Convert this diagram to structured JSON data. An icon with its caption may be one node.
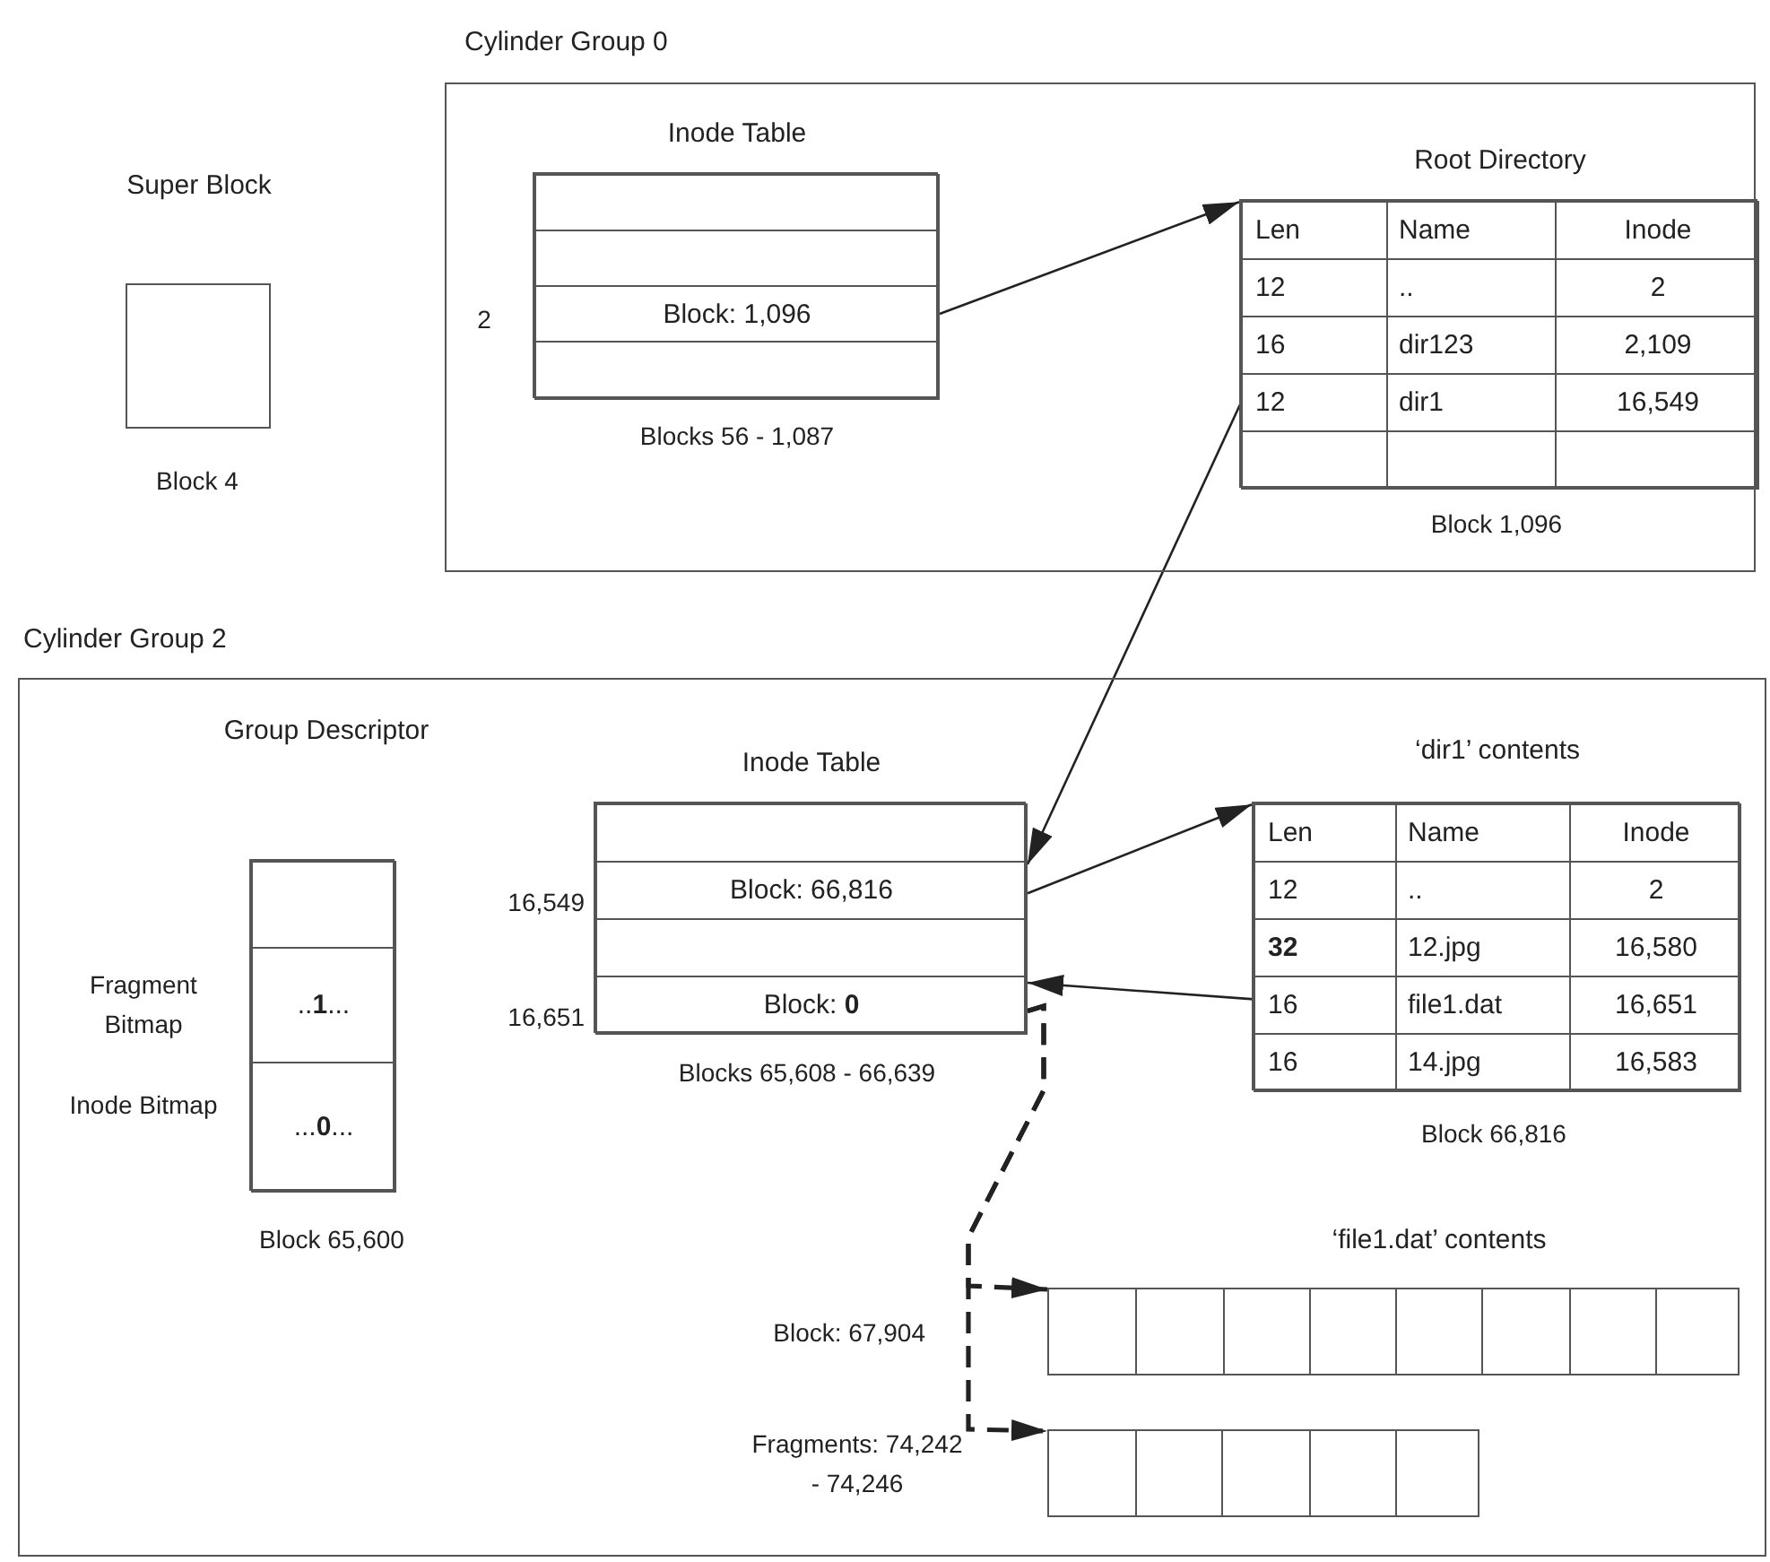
{
  "diagram": {
    "nodes": [
      {
        "text": [
          "Cylinder Group 0"
        ]
      },
      {
        "text": [
          "Super Block"
        ],
        "beside": [
          "Block 4"
        ]
      },
      {
        "text": [
          "Inode Table"
        ],
        "beside": [
          "Blocks 56 - 1,087"
        ],
        "in": 0
      },
      {
        "text": [],
        "shape": "box",
        "in": 2
      },
      {
        "text": [],
        "shape": "box",
        "in": 2
      },
      {
        "text": [
          "Block: 1,096"
        ],
        "beside": [
          "2"
        ],
        "in": 2
      },
      {
        "text": [],
        "shape": "box",
        "in": 2
      },
      {
        "text": [
          "Root Directory"
        ],
        "beside": [
          "Block 1,096"
        ],
        "in": 0
      },
      {
        "text": [
          "Len",
          "Name",
          "Inode"
        ],
        "in": 7
      },
      {
        "text": [
          "12",
          "..",
          "2"
        ],
        "in": 7
      },
      {
        "text": [
          "16",
          "dir123",
          "2,109"
        ],
        "in": 7
      },
      {
        "text": [
          "12",
          "dir1",
          "16,549"
        ],
        "in": 7
      },
      {
        "text": [],
        "shape": "box",
        "in": 7
      },
      {
        "text": [
          "Cylinder Group 2"
        ]
      },
      {
        "text": [
          "Group Descriptor"
        ],
        "beside": [
          "Block 65,600"
        ],
        "in": 13
      },
      {
        "text": [],
        "shape": "box",
        "in": 14
      },
      {
        "text": [
          "..**1**..."
        ],
        "beside": [
          "Fragment Bitmap"
        ],
        "in": 14
      },
      {
        "text": [
          "...**0**..."
        ],
        "beside": [
          "Inode Bitmap"
        ],
        "in": 14
      },
      {
        "text": [
          "Inode Table"
        ],
        "beside": [
          "Blocks 65,608 - 66,639"
        ],
        "in": 13
      },
      {
        "text": [],
        "shape": "box",
        "in": 18
      },
      {
        "text": [
          "Block: 66,816"
        ],
        "beside": [
          "16,549"
        ],
        "in": 18
      },
      {
        "text": [],
        "shape": "box",
        "in": 18
      },
      {
        "text": [
          "Block: **0**"
        ],
        "beside": [
          "16,651"
        ],
        "in": 18
      },
      {
        "text": [
          "‘dir1’ contents"
        ],
        "beside": [
          "Block 66,816"
        ],
        "in": 13
      },
      {
        "text": [
          "Len",
          "Name",
          "Inode"
        ],
        "in": 23
      },
      {
        "text": [
          "12",
          "..",
          "2"
        ],
        "in": 23
      },
      {
        "text": [
          "**32**",
          "12.jpg",
          "16,580"
        ],
        "in": 23
      },
      {
        "text": [
          "16",
          "file1.dat",
          "16,651"
        ],
        "in": 23
      },
      {
        "text": [
          "16",
          "14.jpg",
          "16,583"
        ],
        "in": 23
      },
      {
        "text": [
          "‘file1.dat’ contents"
        ],
        "in": 13
      },
      {
        "text": [],
        "shape": "box",
        "beside": [
          "Fragments: 74,242 - 74,246"
        ],
        "in": 13
      }
    ],
    "edges": [
      {
        "from": 5,
        "to": 7,
        "arrow": "to"
      },
      {
        "from": 11,
        "to": 20,
        "arrow": "to"
      },
      {
        "from": 20,
        "to": 23,
        "arrow": "to"
      },
      {
        "from": 27,
        "to": 22,
        "arrow": "to"
      },
      {
        "from": 22,
        "to": 29,
        "arrow": "to",
        "style": "dashed"
      },
      {
        "from": 22,
        "to": 30,
        "arrow": "to",
        "style": "dashed"
      }
    ],
    "labels": [
      "Block: 67,904"
    ]
  }
}
